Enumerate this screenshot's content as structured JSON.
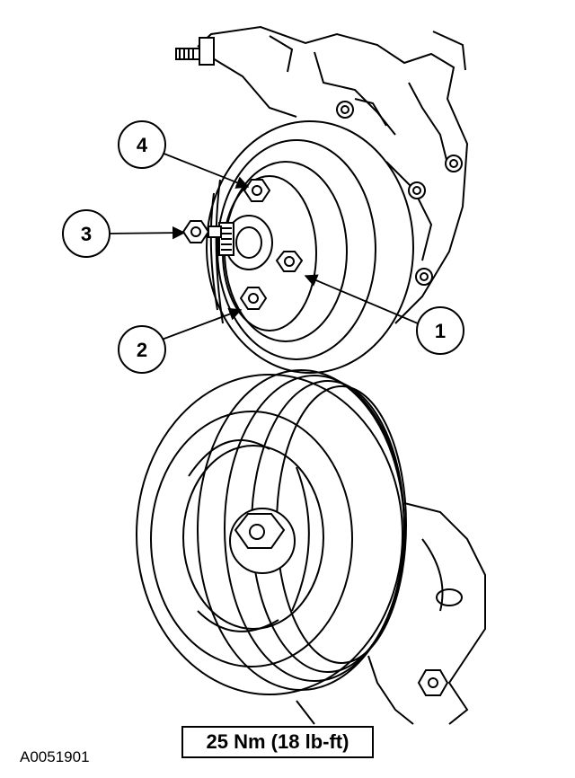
{
  "callouts": [
    {
      "label": "1"
    },
    {
      "label": "2"
    },
    {
      "label": "3"
    },
    {
      "label": "4"
    }
  ],
  "torque_spec": "25 Nm (18 lb-ft)",
  "figure_id": "A0051901",
  "colors": {
    "line": "#000000",
    "background": "#ffffff"
  }
}
